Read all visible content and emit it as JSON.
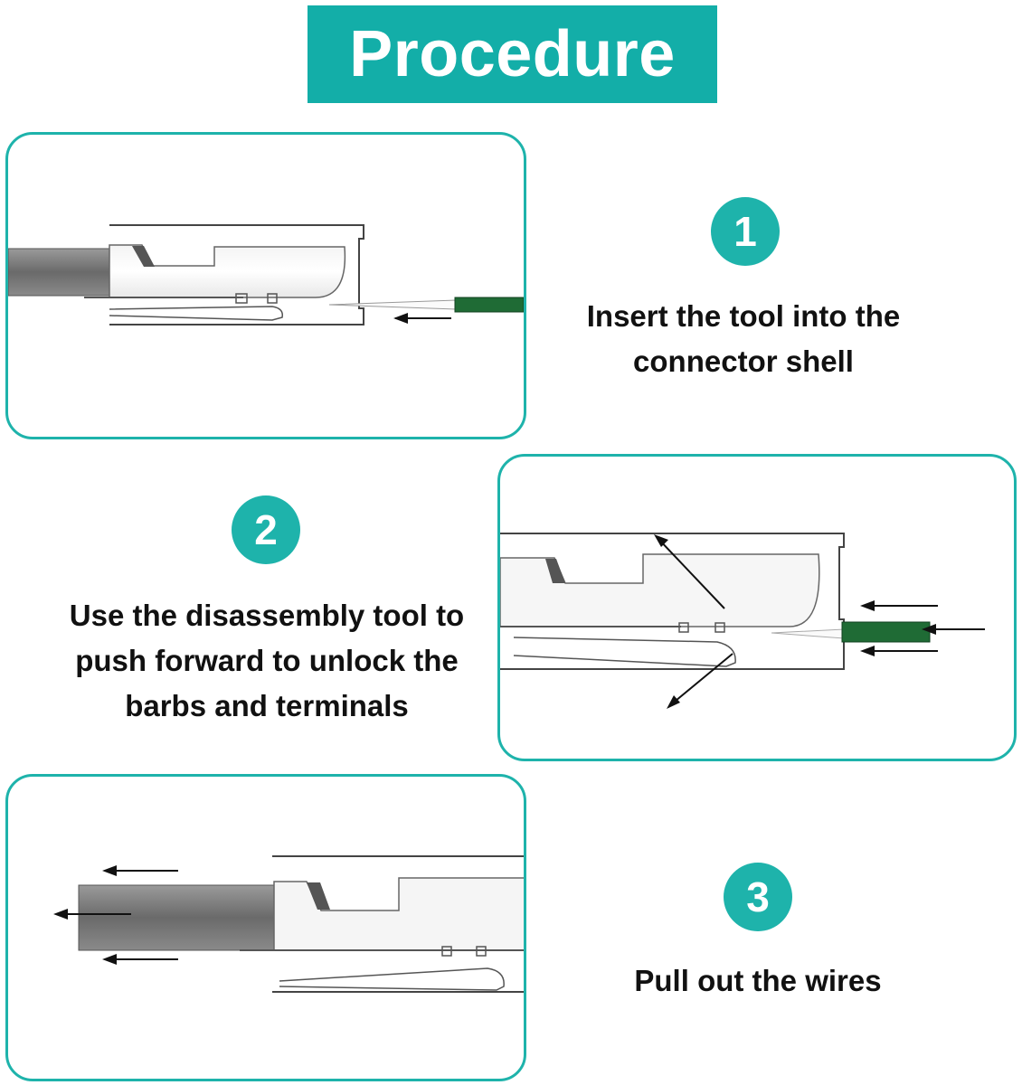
{
  "title": "Procedure",
  "accent_color": "#1eb3ab",
  "steps": [
    {
      "number": "1",
      "text": "Insert the tool into the connector shell"
    },
    {
      "number": "2",
      "text": "Use the disassembly tool to push forward to unlock the barbs and terminals"
    },
    {
      "number": "3",
      "text": "Pull out the wires"
    }
  ]
}
